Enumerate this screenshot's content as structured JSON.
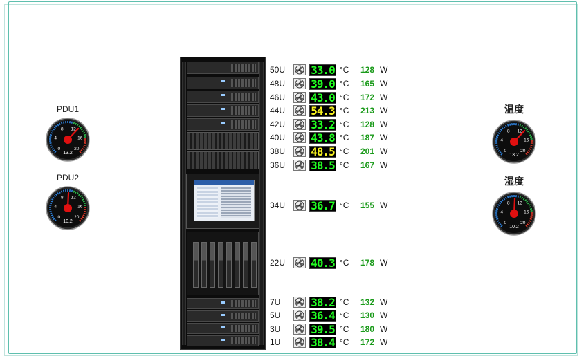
{
  "gauges": {
    "pdu1": {
      "label": "PDU1",
      "value": "13.2",
      "needle": 13.2
    },
    "pdu2": {
      "label": "PDU2",
      "value": "10.2",
      "needle": 10.2
    },
    "temperature": {
      "label": "温度",
      "value": "13.2",
      "needle": 13.2
    },
    "humidity": {
      "label": "湿度",
      "value": "10.2",
      "needle": 10.2
    },
    "ticks": [
      "0",
      "4",
      "8",
      "12",
      "16",
      "20"
    ]
  },
  "units": {
    "celsius": "°C",
    "watt": "W"
  },
  "rows": [
    {
      "u": "50U",
      "temp": "33.0",
      "color": "green",
      "power": "128"
    },
    {
      "u": "48U",
      "temp": "39.0",
      "color": "green",
      "power": "165"
    },
    {
      "u": "46U",
      "temp": "43.0",
      "color": "green",
      "power": "172"
    },
    {
      "u": "44U",
      "temp": "54.3",
      "color": "yellow",
      "power": "213"
    },
    {
      "u": "42U",
      "temp": "33.2",
      "color": "green",
      "power": "128"
    },
    {
      "u": "40U",
      "temp": "43.8",
      "color": "green",
      "power": "187"
    },
    {
      "u": "38U",
      "temp": "48.5",
      "color": "yellow",
      "power": "201"
    },
    {
      "u": "36U",
      "temp": "38.5",
      "color": "green",
      "power": "167"
    },
    {
      "u": "34U",
      "temp": "36.7",
      "color": "green",
      "power": "155"
    },
    {
      "u": "22U",
      "temp": "40.3",
      "color": "green",
      "power": "178"
    },
    {
      "u": "7U",
      "temp": "38.2",
      "color": "green",
      "power": "132"
    },
    {
      "u": "5U",
      "temp": "36.4",
      "color": "green",
      "power": "130"
    },
    {
      "u": "3U",
      "temp": "39.5",
      "color": "green",
      "power": "180"
    },
    {
      "u": "1U",
      "temp": "38.4",
      "color": "green",
      "power": "172"
    }
  ]
}
